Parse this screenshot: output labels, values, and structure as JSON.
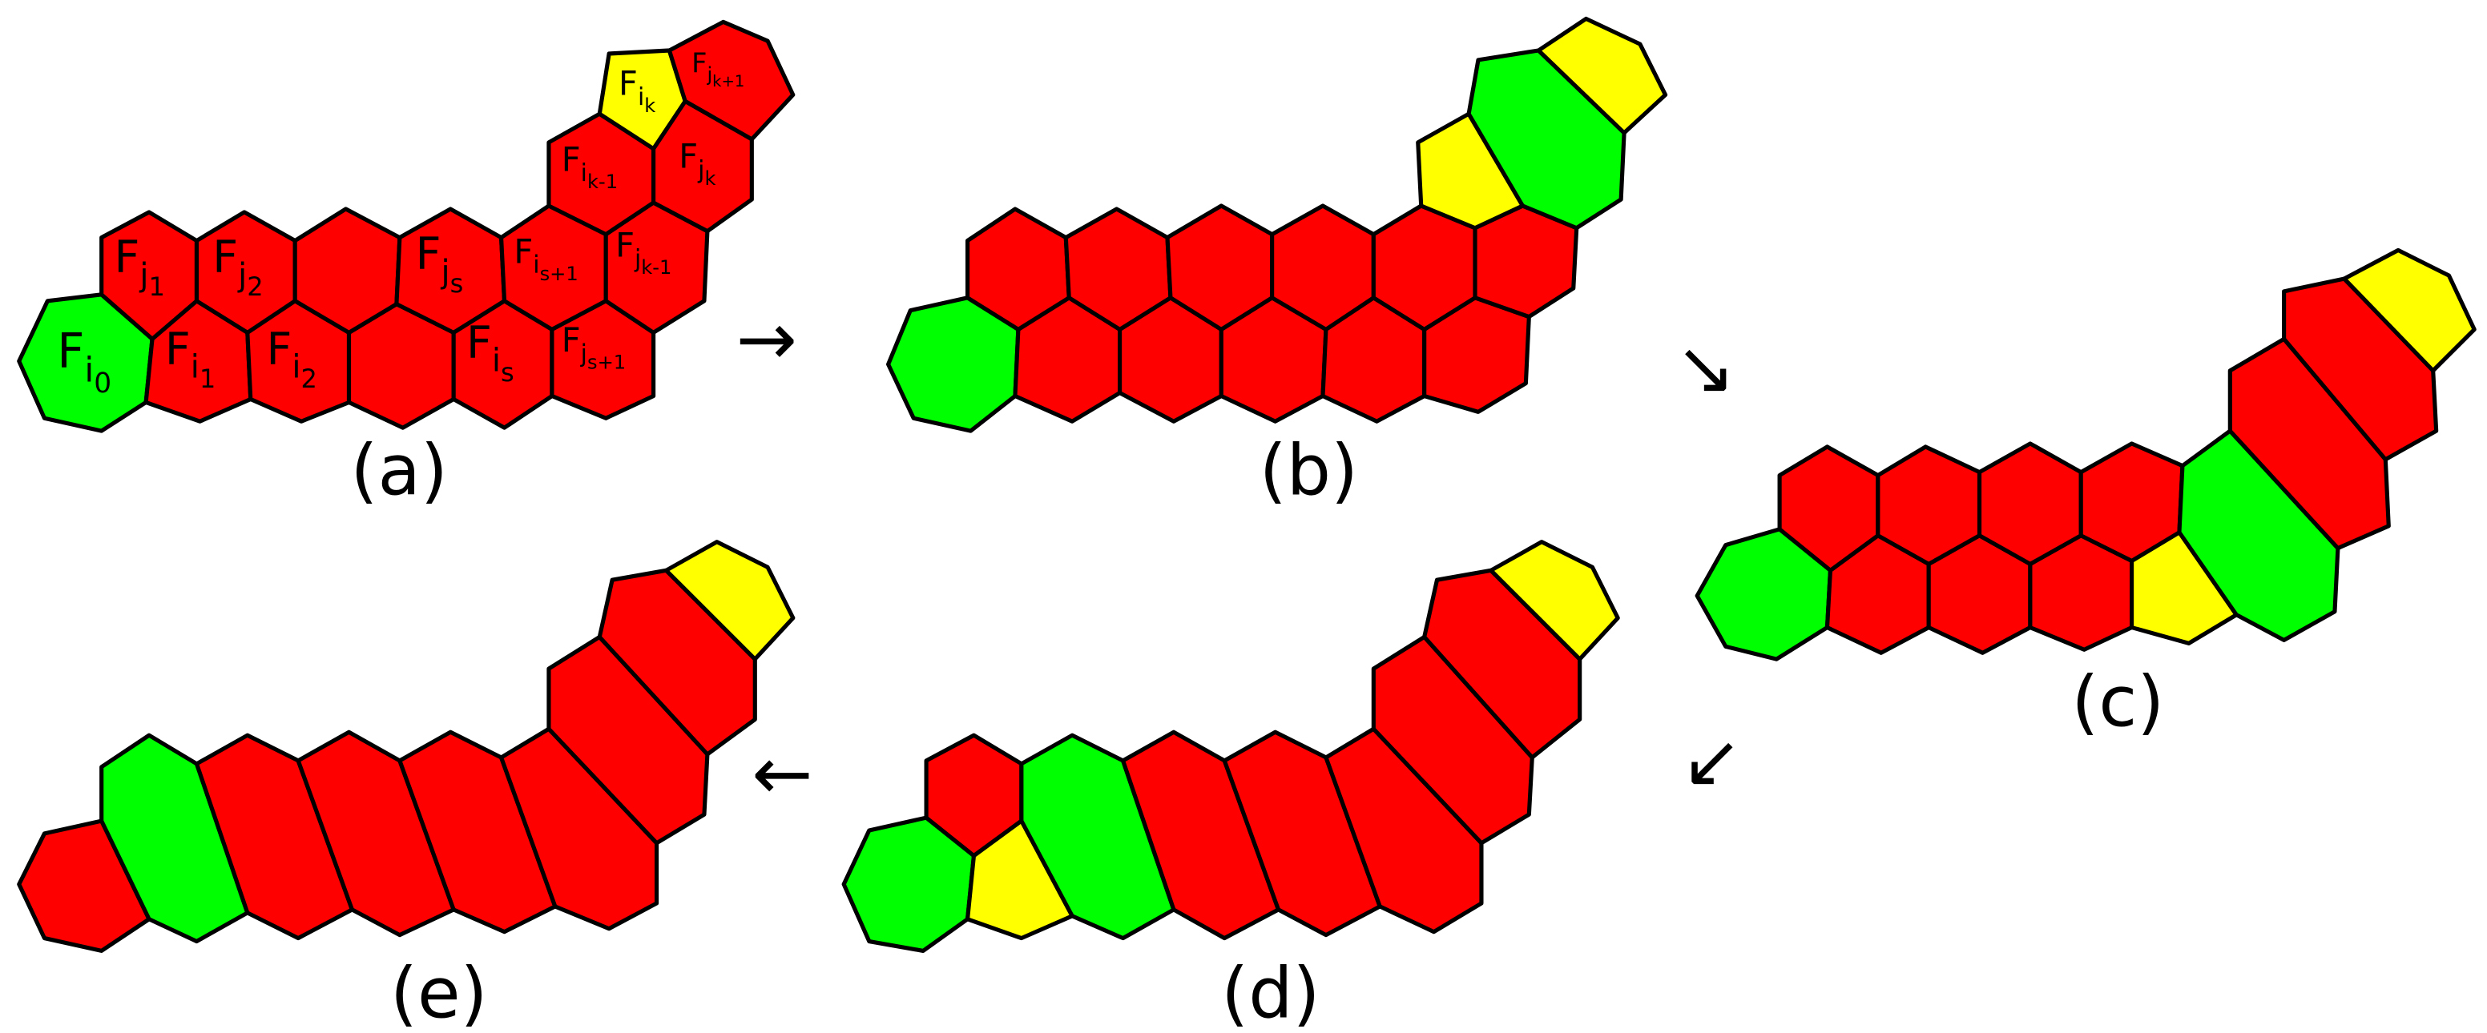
{
  "colors": {
    "red": "#ff0000",
    "green": "#00ff00",
    "yellow": "#ffff00",
    "edge": "#000000"
  },
  "arrows": {
    "a_to_b": "→",
    "b_to_c": "↘",
    "c_to_d": "↙",
    "d_to_e": "←"
  },
  "panels": {
    "a": {
      "caption": "(a)",
      "labels": {
        "i0": {
          "base": "F",
          "sub": "i",
          "subsub": "0"
        },
        "i1": {
          "base": "F",
          "sub": "i",
          "subsub": "1"
        },
        "i2": {
          "base": "F",
          "sub": "i",
          "subsub": "2"
        },
        "is": {
          "base": "F",
          "sub": "i",
          "subsub": "s"
        },
        "is1": {
          "base": "F",
          "sub": "i",
          "subsub": "s+1"
        },
        "ik1": {
          "base": "F",
          "sub": "i",
          "subsub": "k-1"
        },
        "ik": {
          "base": "F",
          "sub": "i",
          "subsub": "k"
        },
        "j1": {
          "base": "F",
          "sub": "j",
          "subsub": "1"
        },
        "j2": {
          "base": "F",
          "sub": "j",
          "subsub": "2"
        },
        "js": {
          "base": "F",
          "sub": "j",
          "subsub": "s"
        },
        "js1": {
          "base": "F",
          "sub": "j",
          "subsub": "s+1"
        },
        "jk1": {
          "base": "F",
          "sub": "j",
          "subsub": "k-1"
        },
        "jk": {
          "base": "F",
          "sub": "j",
          "subsub": "k"
        },
        "jkp1": {
          "base": "F",
          "sub": "j",
          "subsub": "k+1"
        }
      }
    },
    "b": {
      "caption": "(b)"
    },
    "c": {
      "caption": "(c)"
    },
    "d": {
      "caption": "(d)"
    },
    "e": {
      "caption": "(e)"
    }
  }
}
